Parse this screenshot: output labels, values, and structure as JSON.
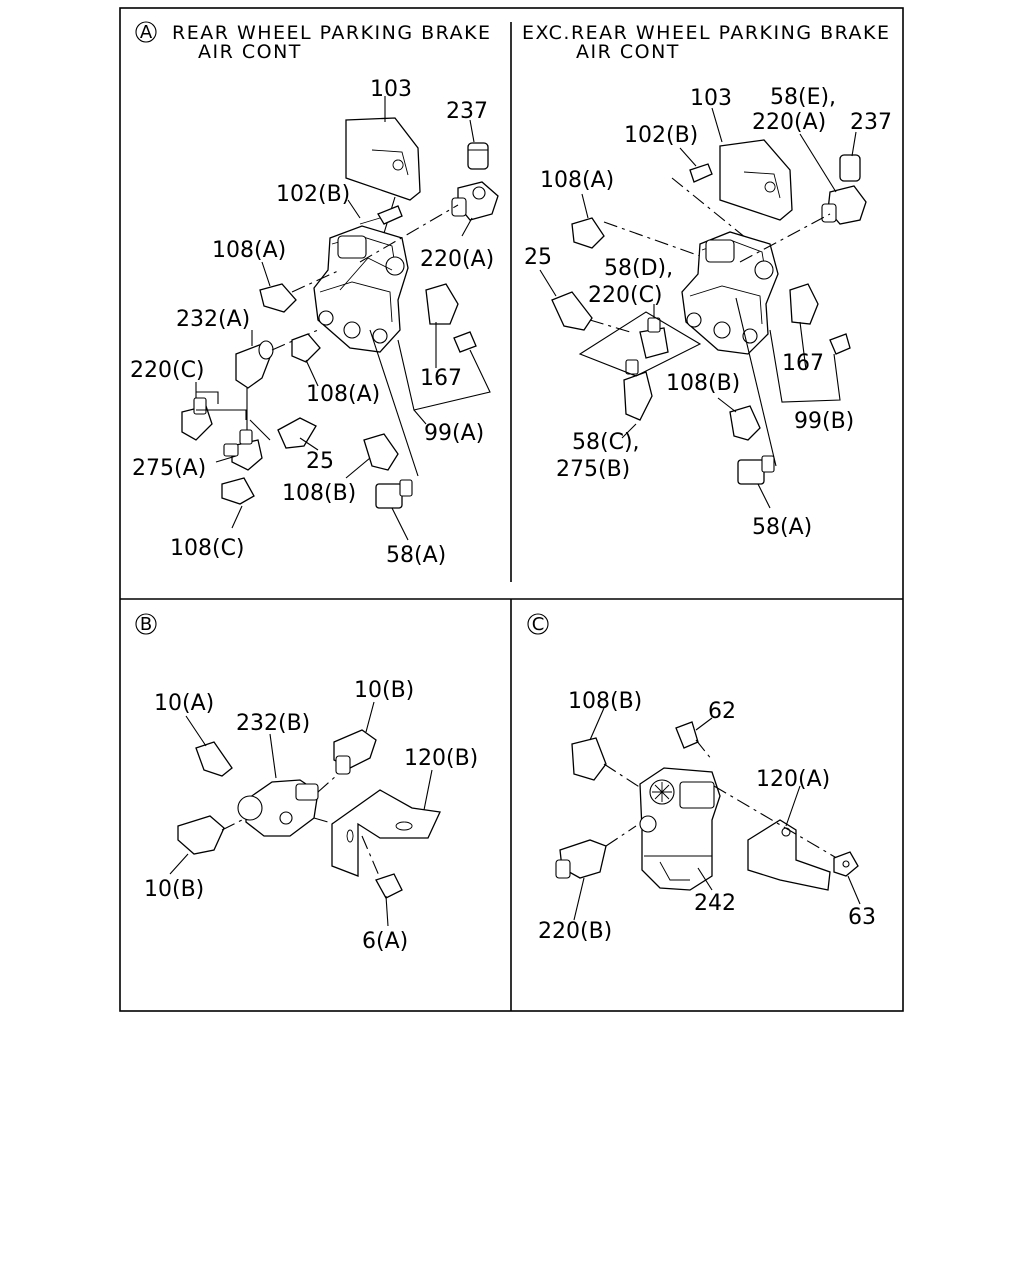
{
  "panels": {
    "A": {
      "marker": "A",
      "title_line1": "REAR WHEEL PARKING BRAKE",
      "title_line2": "AIR CONT",
      "callouts": [
        "103",
        "237",
        "102(B)",
        "220(A)",
        "108(A)",
        "232(A)",
        "220(C)",
        "108(A)",
        "167",
        "99(A)",
        "25",
        "275(A)",
        "108(B)",
        "108(C)",
        "58(A)"
      ]
    },
    "A_exc": {
      "title_line1": "EXC.REAR WHEEL PARKING BRAKE",
      "title_line2": "AIR CONT",
      "callouts": [
        "103",
        "58(E),",
        "220(A)",
        "237",
        "102(B)",
        "108(A)",
        "25",
        "58(D),",
        "220(C)",
        "167",
        "108(B)",
        "99(B)",
        "58(C),",
        "275(B)",
        "58(A)"
      ]
    },
    "B": {
      "marker": "B",
      "callouts": [
        "10(A)",
        "232(B)",
        "10(B)",
        "120(B)",
        "10(B)",
        "6(A)"
      ]
    },
    "C": {
      "marker": "C",
      "callouts": [
        "108(B)",
        "62",
        "120(A)",
        "242",
        "220(B)",
        "63"
      ]
    }
  }
}
